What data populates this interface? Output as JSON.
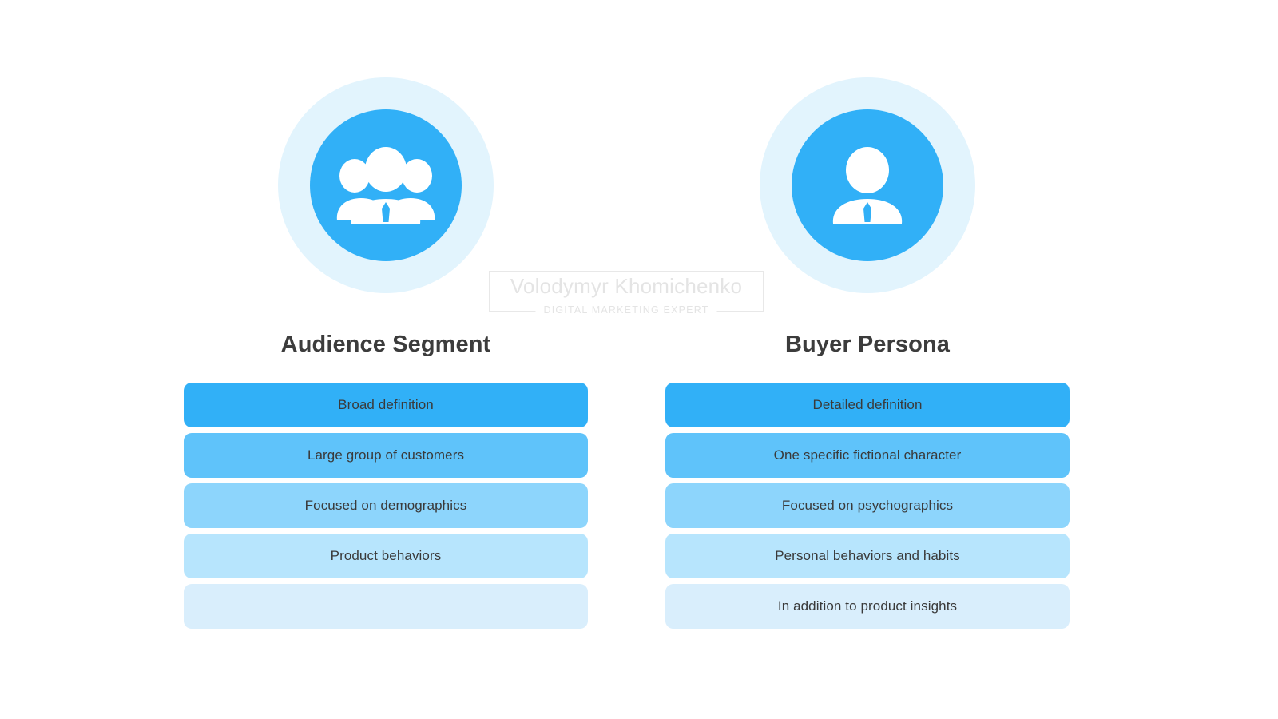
{
  "watermark": {
    "name": "Volodymyr Khomichenko",
    "subtitle": "DIGITAL MARKETING EXPERT"
  },
  "palette": {
    "background": "#ffffff",
    "accent": "#31b0f7",
    "halo": "#e2f4fd",
    "heading_text": "#3c3c3c",
    "bar_text": "#3a3a3a",
    "bar_shades": [
      "#31b0f7",
      "#5fc3fa",
      "#8dd5fc",
      "#b7e5fd",
      "#d9eefc"
    ]
  },
  "columns": [
    {
      "id": "audience-segment",
      "heading": "Audience Segment",
      "icon": "people-group-icon",
      "bars": [
        {
          "label": "Broad definition",
          "color": "#31b0f7"
        },
        {
          "label": "Large group of customers",
          "color": "#5fc3fa"
        },
        {
          "label": "Focused on demographics",
          "color": "#8dd5fc"
        },
        {
          "label": "Product behaviors",
          "color": "#b7e5fd"
        },
        {
          "label": "",
          "color": "#d9eefc"
        }
      ]
    },
    {
      "id": "buyer-persona",
      "heading": "Buyer Persona",
      "icon": "single-person-icon",
      "bars": [
        {
          "label": "Detailed definition",
          "color": "#31b0f7"
        },
        {
          "label": "One specific fictional character",
          "color": "#5fc3fa"
        },
        {
          "label": "Focused on psychographics",
          "color": "#8dd5fc"
        },
        {
          "label": "Personal behaviors and habits",
          "color": "#b7e5fd"
        },
        {
          "label": "In addition to product insights",
          "color": "#d9eefc"
        }
      ]
    }
  ]
}
